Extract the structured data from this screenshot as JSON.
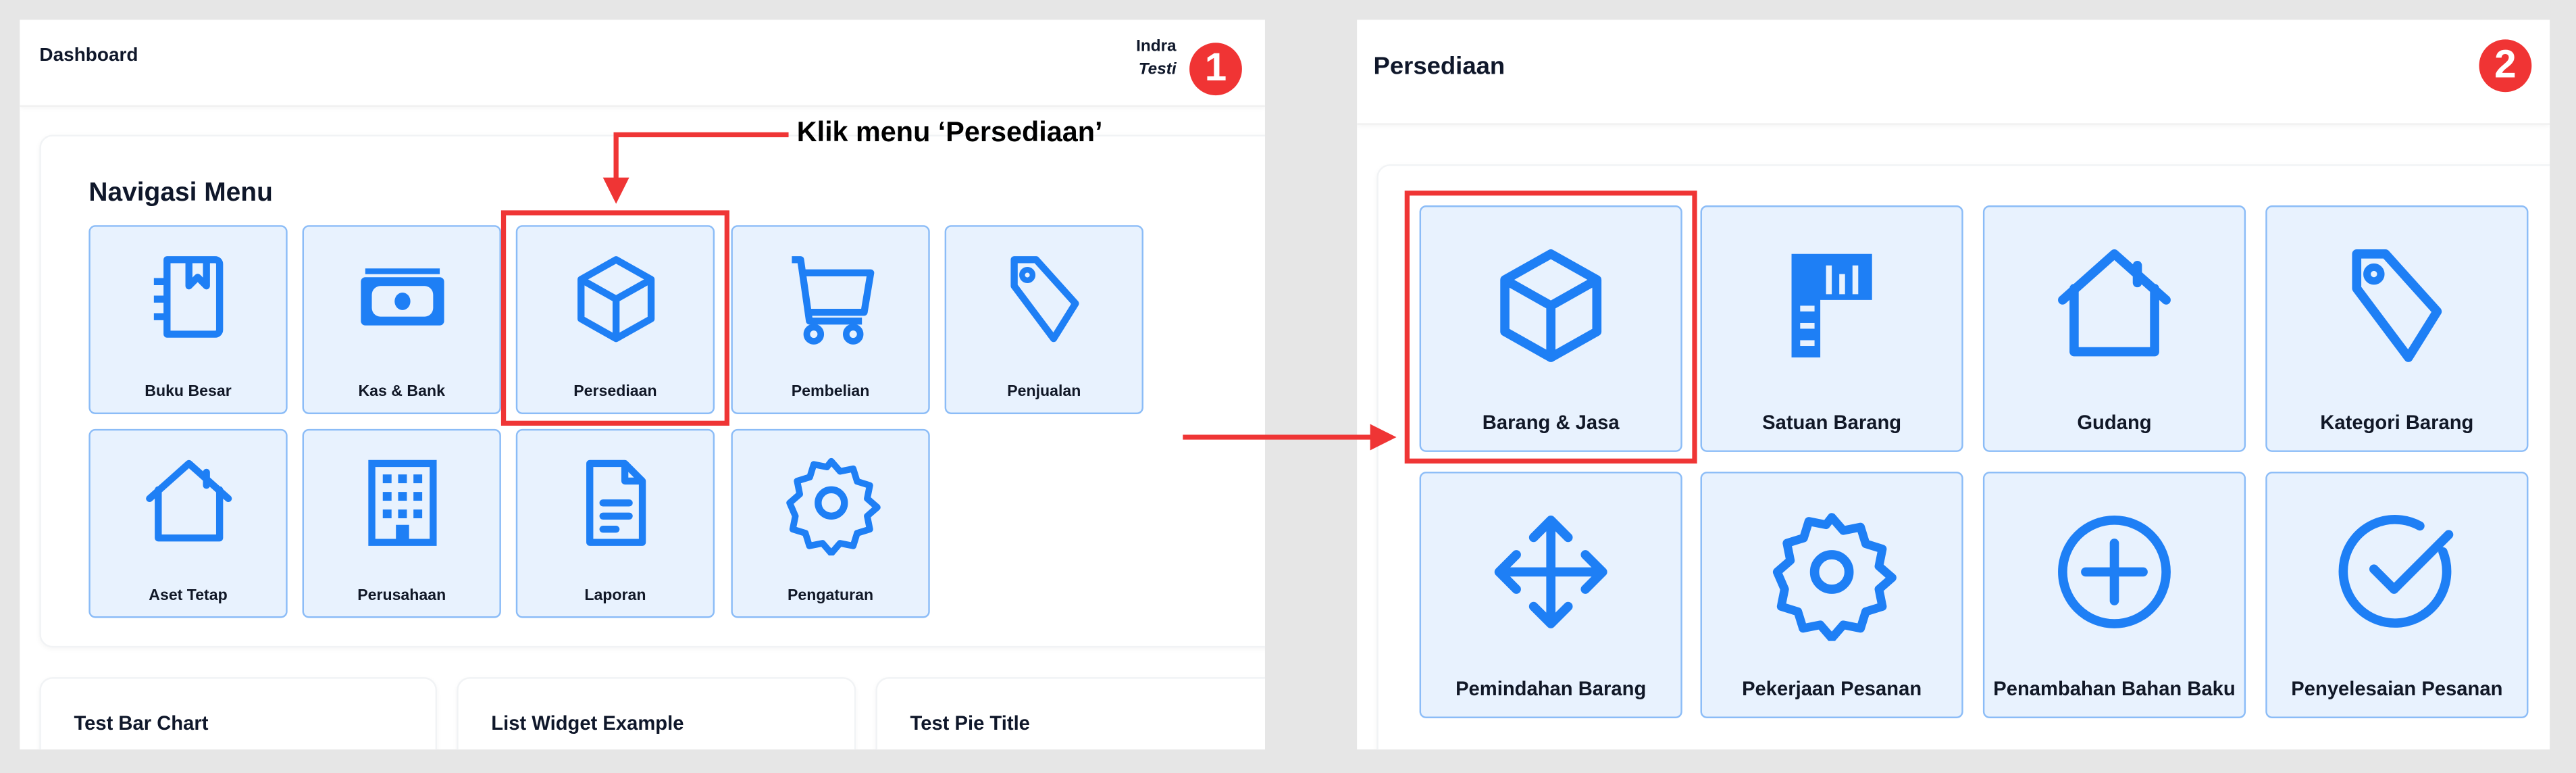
{
  "colors": {
    "accent": "#1e7ff5",
    "tile_bg": "#e8f2fe",
    "tile_border": "#8bbcf7",
    "highlight": "#ef3535"
  },
  "step1": {
    "badge": "1",
    "header": {
      "title": "Dashboard",
      "user_name": "Indra",
      "user_company": "Testi"
    },
    "nav": {
      "title": "Navigasi Menu",
      "items": [
        {
          "label": "Buku Besar",
          "icon": "ledger-book-icon"
        },
        {
          "label": "Kas & Bank",
          "icon": "banknote-icon"
        },
        {
          "label": "Persediaan",
          "icon": "box-icon",
          "highlighted": true
        },
        {
          "label": "Pembelian",
          "icon": "cart-icon"
        },
        {
          "label": "Penjualan",
          "icon": "tag-icon"
        },
        {
          "label": "Aset Tetap",
          "icon": "house-icon"
        },
        {
          "label": "Perusahaan",
          "icon": "building-icon"
        },
        {
          "label": "Laporan",
          "icon": "document-icon"
        },
        {
          "label": "Pengaturan",
          "icon": "gear-icon"
        }
      ]
    },
    "annotation": "Klik menu ‘Persediaan’",
    "widgets": [
      {
        "title": "Test Bar Chart"
      },
      {
        "title": "List Widget Example"
      },
      {
        "title": "Test Pie Title"
      }
    ]
  },
  "step2": {
    "badge": "2",
    "header": {
      "title": "Persediaan"
    },
    "items": [
      {
        "label": "Barang & Jasa",
        "icon": "box-icon",
        "highlighted": true
      },
      {
        "label": "Satuan Barang",
        "icon": "ruler-icon"
      },
      {
        "label": "Gudang",
        "icon": "house-icon"
      },
      {
        "label": "Kategori Barang",
        "icon": "tag-icon"
      },
      {
        "label": "Pemindahan Barang",
        "icon": "move-arrows-icon"
      },
      {
        "label": "Pekerjaan Pesanan",
        "icon": "gear-icon"
      },
      {
        "label": "Penambahan Bahan Baku",
        "icon": "plus-circle-icon"
      },
      {
        "label": "Penyelesaian Pesanan",
        "icon": "check-circle-icon"
      }
    ]
  }
}
